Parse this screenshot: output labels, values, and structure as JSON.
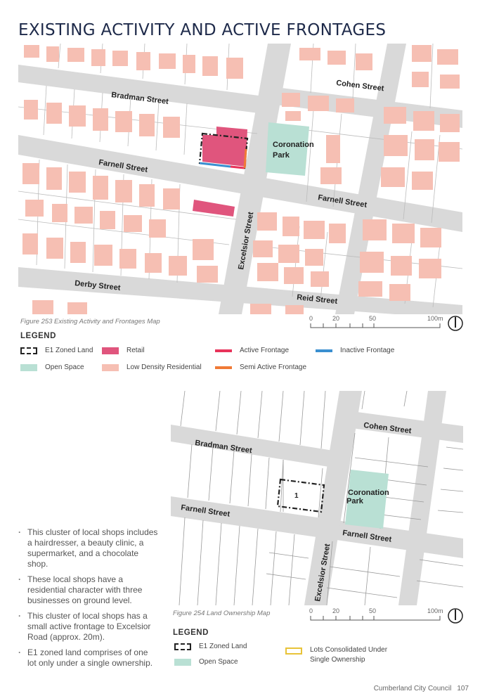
{
  "page": {
    "title": "EXISTING ACTIVITY AND ACTIVE FRONTAGES"
  },
  "map1": {
    "caption": "Figure 253 Existing Activity and Frontages Map",
    "streets": {
      "bradman": "Bradman Street",
      "cohen": "Cohen Street",
      "farnell_west": "Farnell Street",
      "farnell_east": "Farnell Street",
      "excelsior": "Excelsior Street",
      "derby": "Derby Street",
      "reid": "Reid Street",
      "park_line1": "Coronation",
      "park_line2": "Park"
    },
    "scale": {
      "t0": "0",
      "t1": "20",
      "t2": "50",
      "t3": "100m"
    }
  },
  "legend1": {
    "title": "LEGEND",
    "items": {
      "e1": "E1 Zoned Land",
      "retail": "Retail",
      "active": "Active Frontage",
      "inactive": "Inactive Frontage",
      "open": "Open Space",
      "low": "Low Density  Residential",
      "semi": "Semi Active Frontage"
    }
  },
  "map2": {
    "caption": "Figure 254 Land Ownership Map",
    "lot_number": "1",
    "streets": {
      "bradman": "Bradman Street",
      "cohen": "Cohen Street",
      "farnell_west": "Farnell Street",
      "farnell_east": "Farnell Street",
      "excelsior": "Excelsior Street",
      "park_line1": "Coronation",
      "park_line2": "Park"
    },
    "scale": {
      "t0": "0",
      "t1": "20",
      "t2": "50",
      "t3": "100m"
    }
  },
  "legend2": {
    "title": "LEGEND",
    "items": {
      "e1": "E1 Zoned Land",
      "open": "Open Space",
      "cons_line1": "Lots Consolidated Under",
      "cons_line2": "Single Ownership"
    }
  },
  "bullets": [
    "This cluster of local shops includes a hairdresser, a beauty clinic, a supermarket, and a chocolate shop.",
    "These local shops have a residential character with three businesses on ground level.",
    "This cluster of local shops has a small active frontage to Excelsior Road (approx. 20m).",
    "E1 zoned land comprises of one lot only under a single ownership."
  ],
  "footer": {
    "org": "Cumberland City Council",
    "page_number": "107"
  },
  "colors": {
    "road": "#d9d9d9",
    "residential": "#f6bfb3",
    "retail": "#e0557d",
    "open_space": "#b9e0d4",
    "active_frontage": "#e8335a",
    "inactive_frontage": "#3a8fd0",
    "semi_active_frontage": "#f07a36",
    "consolidated": "#e8c338"
  }
}
